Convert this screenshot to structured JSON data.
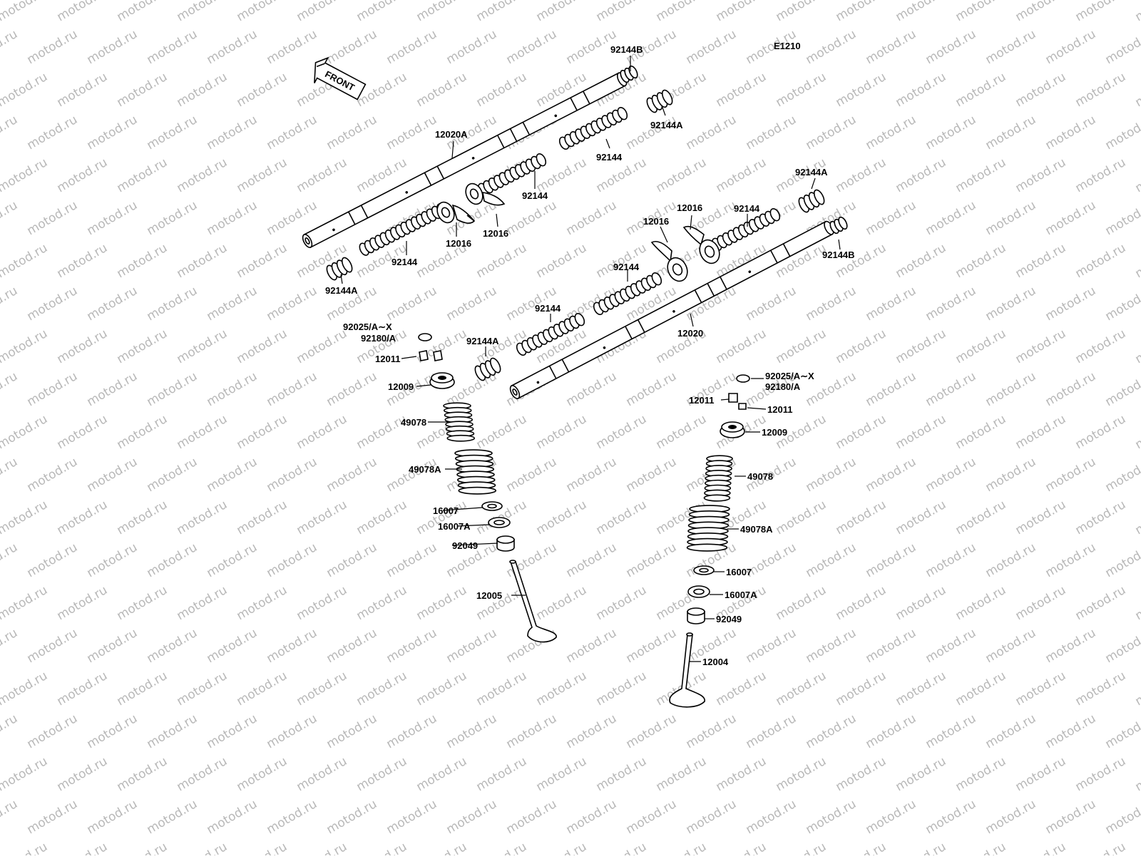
{
  "diagram": {
    "code": "E1210",
    "front_label": "FRONT",
    "watermark": "motod.ru",
    "colors": {
      "ink": "#000000",
      "background": "#ffffff",
      "watermark": "#b8b8b8"
    },
    "labels": {
      "l_92144B_top": "92144B",
      "l_92144A_topright": "92144A",
      "l_92144_a": "92144",
      "l_12020A": "12020A",
      "l_92144_b": "92144",
      "l_12016_a": "12016",
      "l_12016_b": "12016",
      "l_92144_c": "92144",
      "l_92144A_left": "92144A",
      "l_92144A_right2": "92144A",
      "l_12016_c": "12016",
      "l_12016_d": "12016",
      "l_92144_d": "92144",
      "l_92144B_right": "92144B",
      "l_92144_e": "92144",
      "l_92144_f": "92144",
      "l_12020": "12020",
      "l_92144A_mid": "92144A",
      "l_92025_left": "92025/A∼X",
      "l_92180_left": "92180/A",
      "l_12011_left": "12011",
      "l_12009_left": "12009",
      "l_49078_left": "49078",
      "l_49078A_left": "49078A",
      "l_16007_left": "16007",
      "l_16007A_left": "16007A",
      "l_92049_left": "92049",
      "l_12005": "12005",
      "l_92025_right": "92025/A∼X",
      "l_92180_right": "92180/A",
      "l_12011_r1": "12011",
      "l_12011_r2": "12011",
      "l_12009_right": "12009",
      "l_49078_right": "49078",
      "l_49078A_right": "49078A",
      "l_16007_right": "16007",
      "l_16007A_right": "16007A",
      "l_92049_right": "92049",
      "l_12004": "12004"
    }
  }
}
